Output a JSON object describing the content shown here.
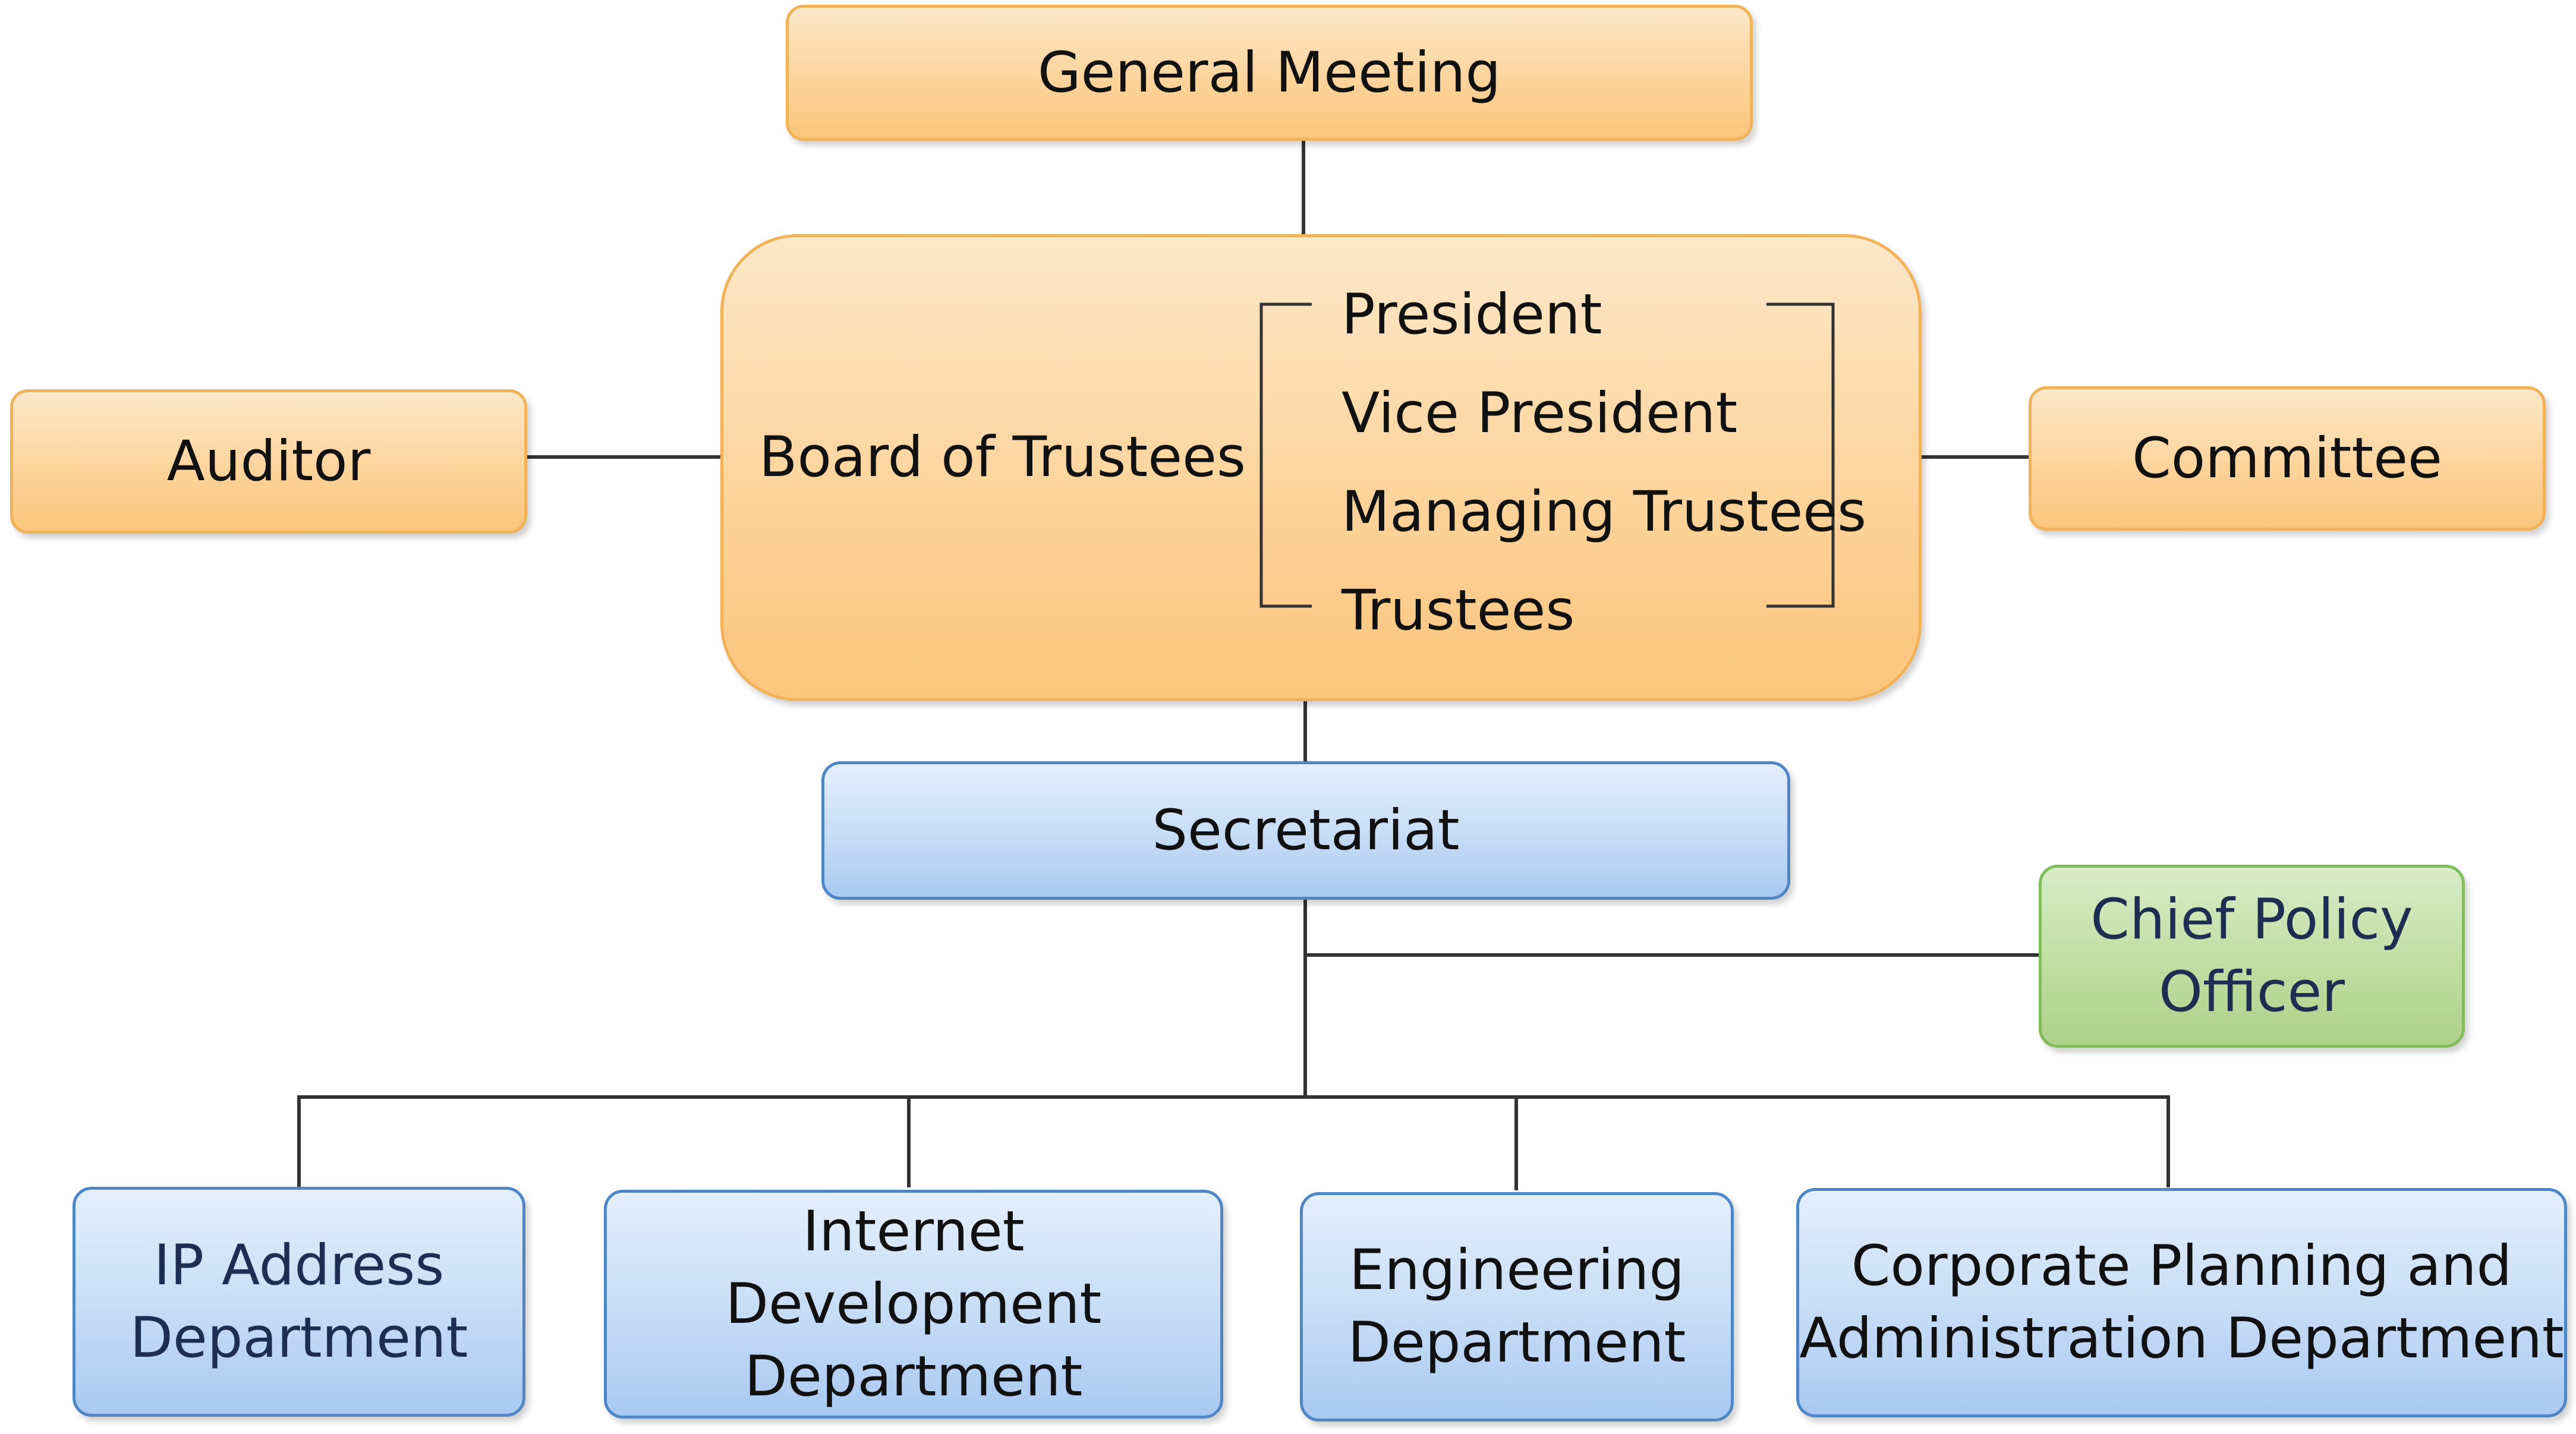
{
  "chart": {
    "top": {
      "label": "General Meeting"
    },
    "board": {
      "label": "Board of Trustees",
      "roles": [
        "President",
        "Vice President",
        "Managing Trustees",
        "Trustees"
      ]
    },
    "left": {
      "label": "Auditor"
    },
    "right": {
      "label": "Committee"
    },
    "secretariat": {
      "label": "Secretariat"
    },
    "policy_officer": {
      "line1": "Chief Policy",
      "line2": "Officer"
    },
    "departments": [
      {
        "line1": "IP Address",
        "line2": "Department"
      },
      {
        "line1": "Internet Development",
        "line2": "Department"
      },
      {
        "line1": "Engineering",
        "line2": "Department"
      },
      {
        "line1": "Corporate Planning and",
        "line2": "Administration Department"
      }
    ]
  },
  "colors": {
    "governance_fill": "#fdd49c",
    "governance_border": "#f1b25a",
    "department_fill": "#c6dcf6",
    "department_border": "#4f86c6",
    "policy_fill": "#bfdc9f",
    "policy_border": "#82bd5c",
    "connector": "#333333"
  }
}
